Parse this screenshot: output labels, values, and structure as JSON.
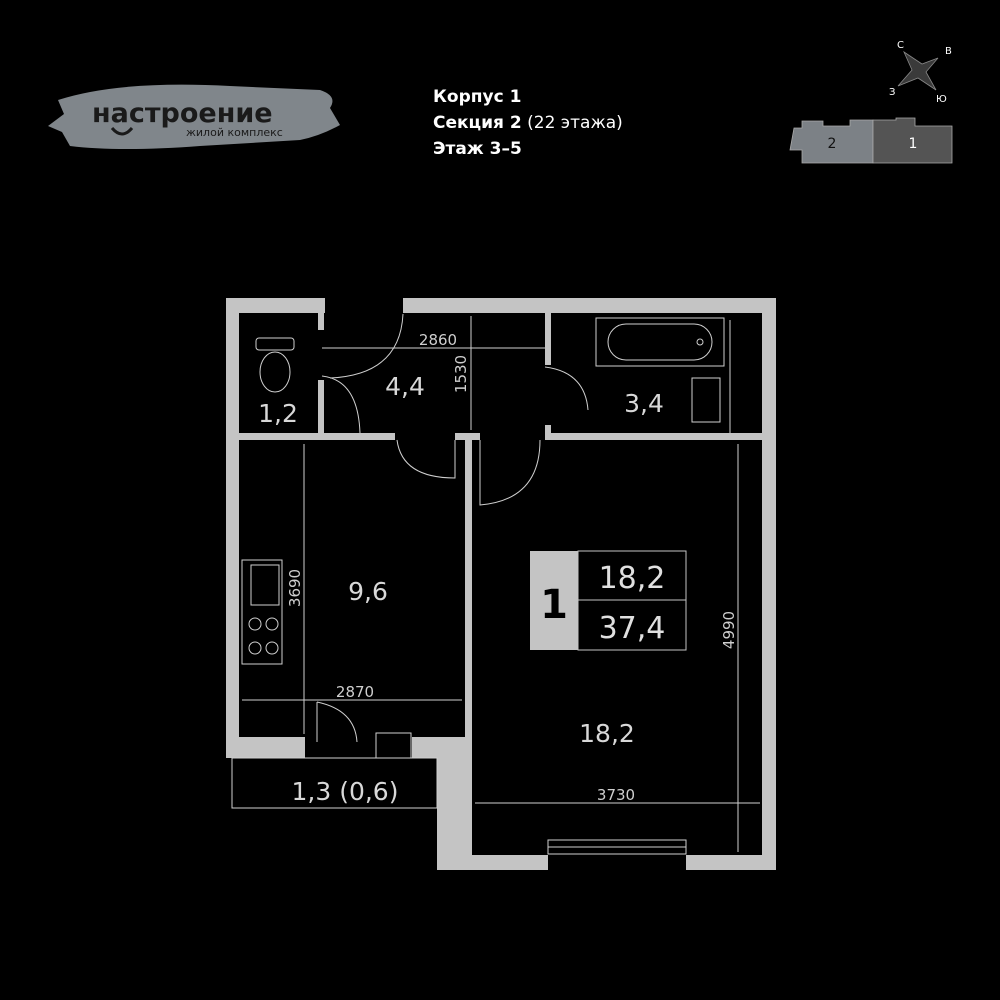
{
  "logo": {
    "name": "настроение",
    "subtitle": "жилой комплекс"
  },
  "header": {
    "building": "Корпус 1",
    "section_label": "Секция 2",
    "section_floors": " (22 этажа)",
    "floor": "Этаж 3–5"
  },
  "compass": {
    "north": "С",
    "east": "В",
    "west": "З",
    "south": "Ю"
  },
  "section_map": {
    "sections": [
      "2",
      "1"
    ],
    "selected": "1"
  },
  "rooms": {
    "toilet": "1,2",
    "hall": "4,4",
    "bathroom": "3,4",
    "kitchen": "9,6",
    "living": "18,2",
    "balcony": "1,3 (0,6)"
  },
  "dimensions": {
    "hall_width": "2860",
    "hall_depth": "1530",
    "kitchen_depth": "3690",
    "kitchen_width": "2870",
    "living_depth": "4990",
    "living_width": "3730"
  },
  "summary": {
    "room_count": "1",
    "living_area": "18,2",
    "total_area": "37,4"
  },
  "colors": {
    "wall": "#c4c4c4",
    "background": "#000000",
    "logo_brush": "#80868b"
  }
}
